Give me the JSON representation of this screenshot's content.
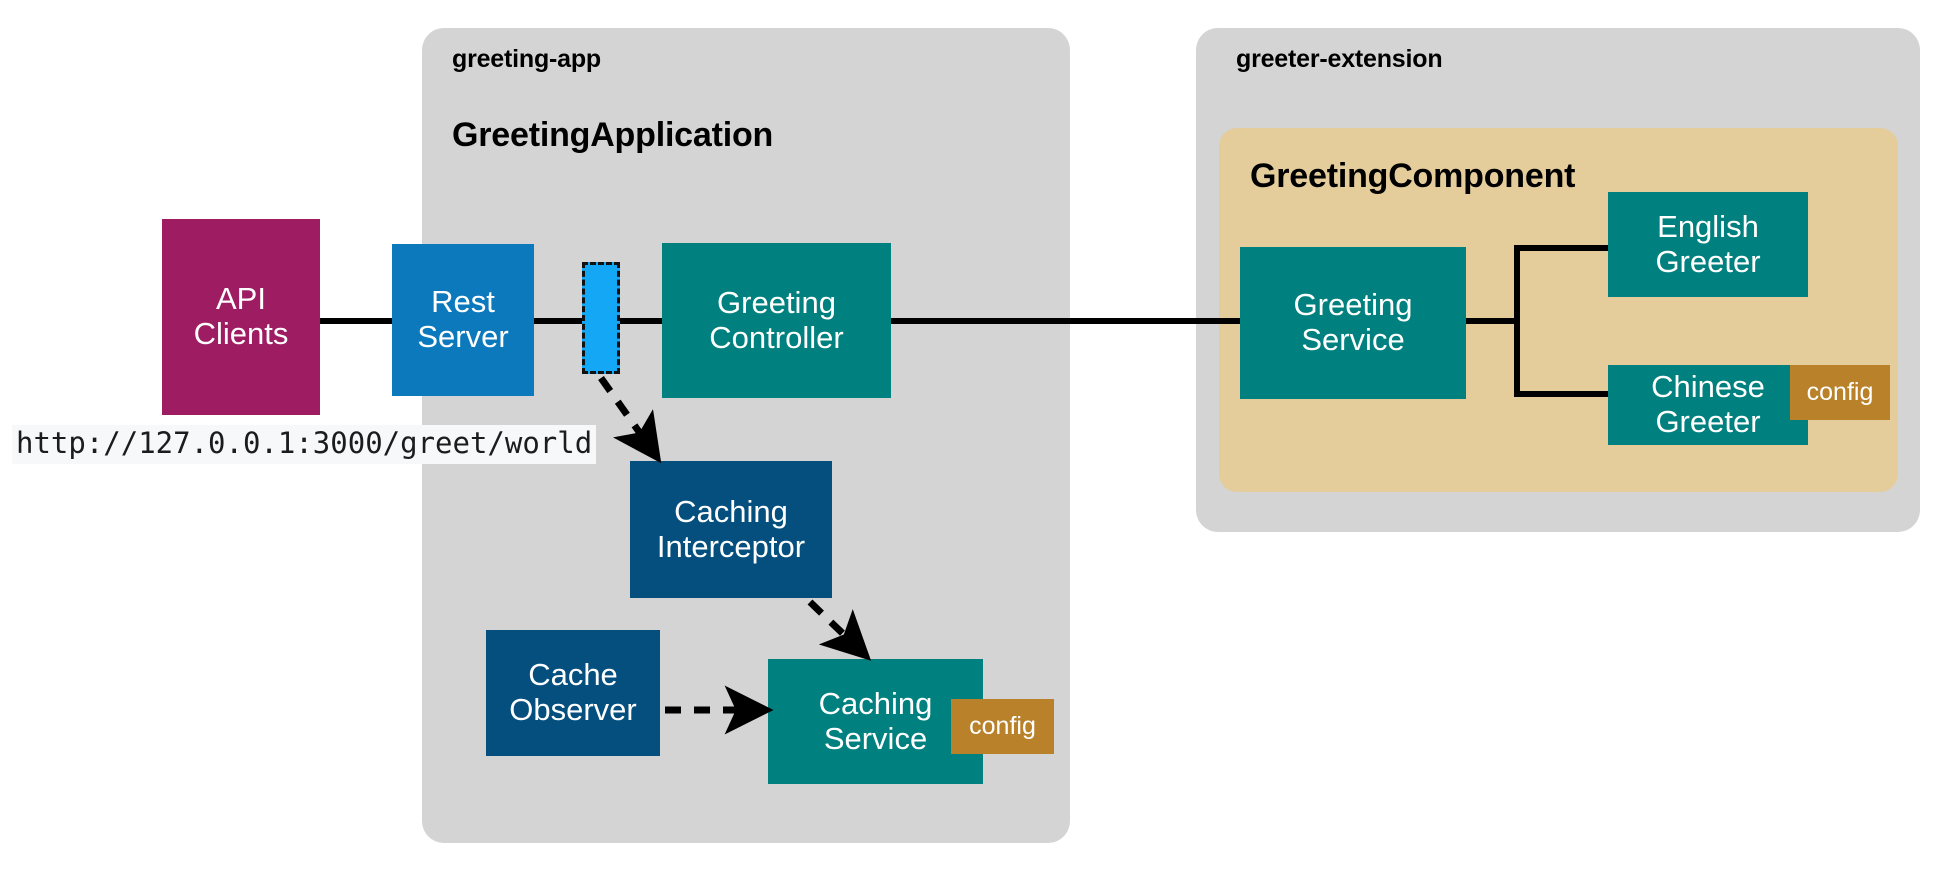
{
  "diagram": {
    "title_left_group": "greeting-app",
    "title_left_app": "GreetingApplication",
    "title_right_group": "greeter-extension",
    "title_right_component": "GreetingComponent",
    "url_caption": "http://127.0.0.1:3000/greet/world",
    "colors": {
      "group_gray": "#d4d4d4",
      "component_tan": "#e5cd9b",
      "api_magenta": "#9e1c62",
      "rest_blue": "#0c79bd",
      "service_teal": "#00807e",
      "interceptor_navy": "#044f7e",
      "marker_cyan": "#14a7f5",
      "config_badge": "#b8812a",
      "connector_black": "#000000",
      "page_background": "#ffffff"
    },
    "nodes": {
      "api_clients": "API\nClients",
      "rest_server": "Rest\nServer",
      "sequence_marker": "",
      "greeting_controller": "Greeting\nController",
      "caching_interceptor": "Caching\nInterceptor",
      "cache_observer": "Cache\nObserver",
      "caching_service": "Caching\nService",
      "greeting_service": "Greeting\nService",
      "english_greeter": "English\nGreeter",
      "chinese_greeter": "Chinese\nGreeter"
    },
    "badges": {
      "caching_service_config": "config",
      "chinese_greeter_config": "config"
    }
  }
}
